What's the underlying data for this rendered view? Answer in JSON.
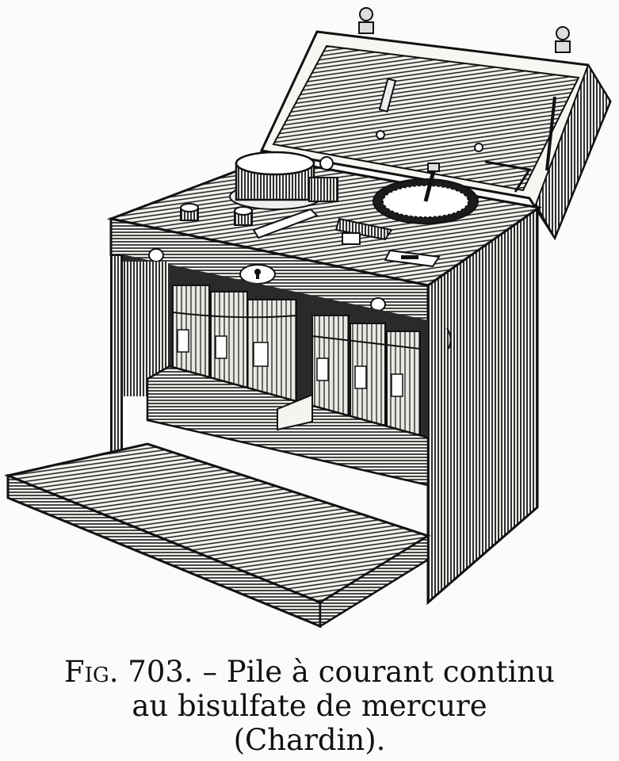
{
  "caption": {
    "fig_label": "Fig.",
    "fig_number": "703.",
    "dash": "–",
    "title_line1": "Pile à courant continu",
    "title_line2": "au bisulfate de mercure",
    "title_line3": "(Chardin)."
  }
}
